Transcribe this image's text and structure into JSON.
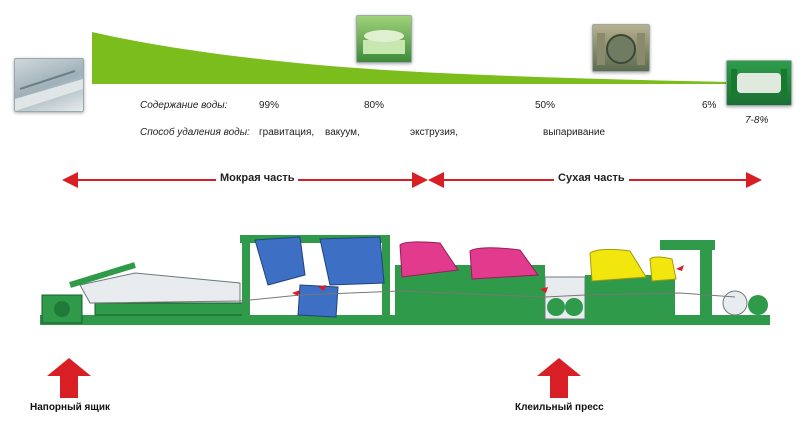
{
  "water_row_label": "Содержание воды:",
  "water_values": [
    "99%",
    "80%",
    "50%",
    "6%",
    "7-8%"
  ],
  "method_row_label": "Способ удаления воды:",
  "methods": [
    "гравитация,",
    "вакуум,",
    "экструзия,",
    "выпаривание"
  ],
  "sections": {
    "wet": "Мокрая часть",
    "dry": "Сухая часть"
  },
  "markers": {
    "headbox": "Напорный ящик",
    "size_press": "Клеильный пресс"
  },
  "colors": {
    "curve": "#7cbd1e",
    "arrow": "#d81f26",
    "machine": "#2e9a4a",
    "felt_blue": "#3d6fc4",
    "felt_pink": "#e23a8c",
    "felt_yellow": "#f2e60f"
  },
  "icons": [
    "forming-photo",
    "press-photo",
    "dryer-photo",
    "reel-photo"
  ]
}
